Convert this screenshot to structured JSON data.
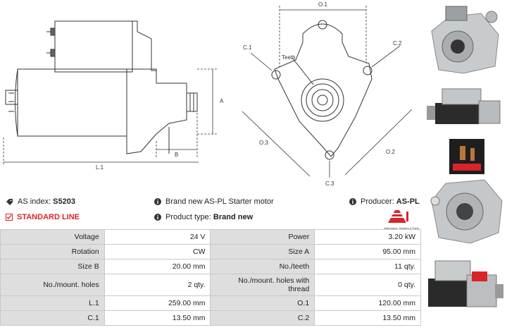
{
  "drawings": {
    "side_dims": {
      "a": "A",
      "b": "B",
      "l1": "L.1"
    },
    "front_dims": {
      "o1": "O.1",
      "o2": "O.2",
      "o3": "O.3",
      "c1": "C.1",
      "c2": "C.2",
      "c3": "C.3",
      "teeth": "Teeth"
    }
  },
  "info": {
    "as_index_label": "AS index:",
    "as_index_value": "S5203",
    "description": "Brand new AS-PL Starter motor",
    "producer_label": "Producer:",
    "producer_value": "AS-PL",
    "standard_line": "STANDARD LINE",
    "product_type_label": "Product type:",
    "product_type_value": "Brand new",
    "logo_caption": "Alternators, Starters & Parts"
  },
  "specs": [
    {
      "k1": "Voltage",
      "v1": "24 V",
      "k2": "Power",
      "v2": "3.20 kW"
    },
    {
      "k1": "Rotation",
      "v1": "CW",
      "k2": "Size A",
      "v2": "95.00 mm"
    },
    {
      "k1": "Size B",
      "v1": "20.00 mm",
      "k2": "No./teeth",
      "v2": "11 qty."
    },
    {
      "k1": "No./mount. holes",
      "v1": "2 qty.",
      "k2": "No./mount. holes with thread",
      "v2": "0 qty."
    },
    {
      "k1": "L.1",
      "v1": "259.00 mm",
      "k2": "O.1",
      "v2": "120.00 mm"
    },
    {
      "k1": "C.1",
      "v1": "13.50 mm",
      "k2": "C.2",
      "v2": "13.50 mm"
    }
  ],
  "colors": {
    "accent": "#d9242a",
    "label_bg": "#dedede",
    "border": "#c9c9c9"
  }
}
